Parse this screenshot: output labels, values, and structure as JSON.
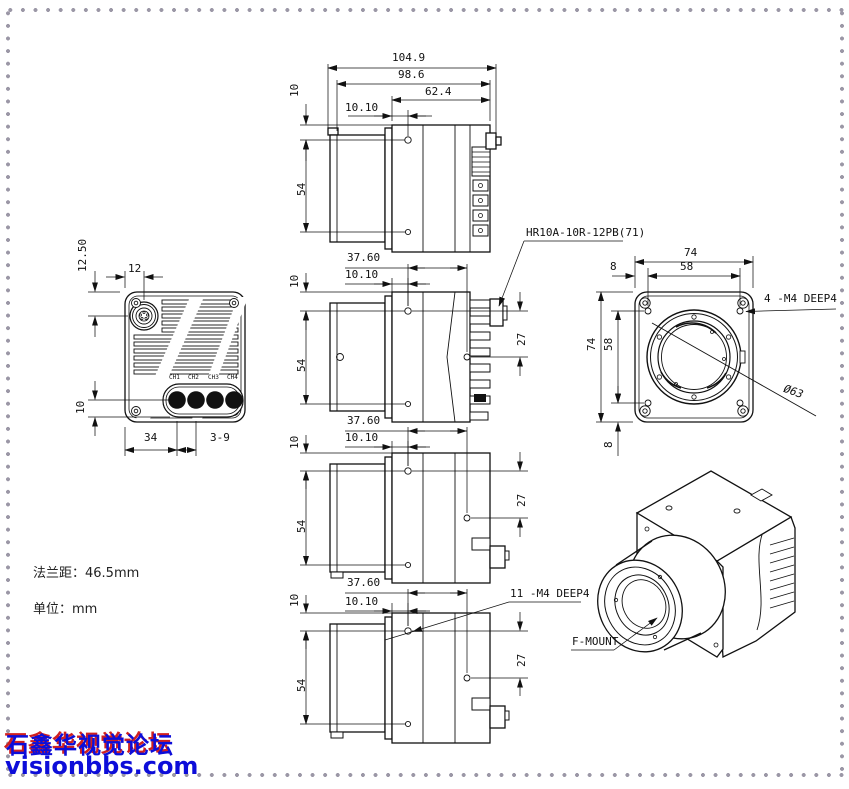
{
  "colors": {
    "line": "#111111",
    "background": "#ffffff",
    "watermark_blue": "#0d0dd9",
    "watermark_red": "#d02020",
    "border_dot": "#9b97a6"
  },
  "notes": {
    "flange": "法兰距：46.5mm",
    "units": "单位：mm"
  },
  "watermark": {
    "line1": "石鑫华视觉论坛",
    "line2": "visionbbs.com"
  },
  "callouts": {
    "connector": "HR10A-10R-12PB(71)",
    "front_holes": "4 -M4 DEEP4",
    "side_holes": "11 -M4 DEEP4",
    "mount": "F-MOUNT",
    "lens_diameter": "Ø63"
  },
  "top_view": {
    "len_total": "104.9",
    "len_body": "98.6",
    "len_rear": "62.4",
    "hole_offset": "10.10",
    "edge_to_hole": "10",
    "hole_span": "54"
  },
  "side_view_heatsink": {
    "hole_pitch": "37.60",
    "hole_offset": "10.10",
    "edge_to_hole": "10",
    "hole_span": "54",
    "rear_offset": "27"
  },
  "side_view_plain": {
    "hole_pitch": "37.60",
    "hole_offset": "10.10",
    "edge_to_hole": "10",
    "hole_span": "54",
    "rear_offset": "27"
  },
  "side_view_bottom": {
    "hole_pitch": "37.60",
    "hole_offset": "10.10",
    "edge_to_hole": "10",
    "hole_span": "54",
    "rear_offset": "27"
  },
  "back_view": {
    "conn_offset_v": "12.50",
    "conn_offset_h": "12",
    "io_offset": "10",
    "io_from_edge": "34",
    "io_pitch": "3-9",
    "channels": [
      "CH1",
      "CH2",
      "CH3",
      "CH4"
    ]
  },
  "front_view": {
    "width": "74",
    "height": "74",
    "hole_pitch_h": "58",
    "hole_pitch_v": "58",
    "edge_top": "8",
    "edge_bottom": "8"
  }
}
